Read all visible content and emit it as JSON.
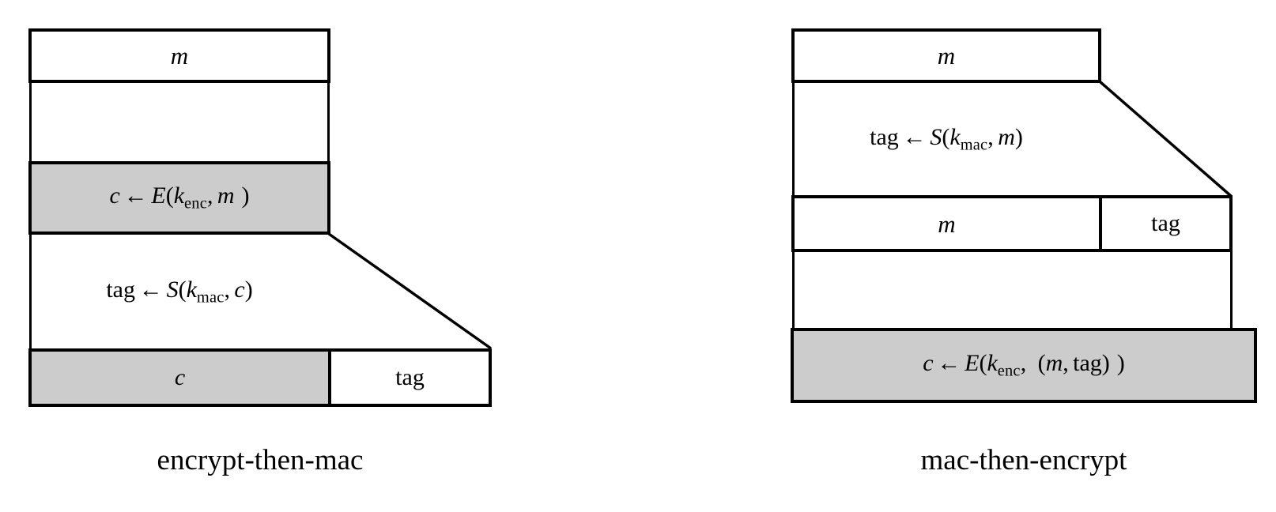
{
  "figure": {
    "title_left": "encrypt-then-mac",
    "title_right": "mac-then-encrypt",
    "shade_color": "#cccccc",
    "line_color": "#000000",
    "background_color": "#ffffff"
  },
  "encrypt_then_mac": {
    "caption": "encrypt-then-mac",
    "step1": {
      "name": "message",
      "label_plain": "m",
      "var": "m"
    },
    "step2": {
      "name": "encrypt",
      "label_plain": "c ← E(k_enc, m )",
      "out": "c",
      "arrow": "←",
      "fn": "E",
      "key_base": "k",
      "key_sub": "enc",
      "comma": ",",
      "arg": "m",
      "open": "(",
      "close": ")"
    },
    "step3": {
      "name": "mac",
      "label_plain": "tag ← S(k_mac, c)",
      "out": "tag",
      "arrow": "←",
      "fn": "S",
      "key_base": "k",
      "key_sub": "mac",
      "comma": ",",
      "arg": "c",
      "open": "(",
      "close": ")"
    },
    "step4": {
      "name": "output",
      "left_cell": "c",
      "right_cell": "tag"
    }
  },
  "mac_then_encrypt": {
    "caption": "mac-then-encrypt",
    "step1": {
      "name": "message",
      "label_plain": "m",
      "var": "m"
    },
    "step2": {
      "name": "mac",
      "label_plain": "tag ← S(k_mac, m)",
      "out": "tag",
      "arrow": "←",
      "fn": "S",
      "key_base": "k",
      "key_sub": "mac",
      "comma": ",",
      "arg": "m",
      "open": "(",
      "close": ")"
    },
    "step3": {
      "name": "concat",
      "left_cell": "m",
      "right_cell": "tag"
    },
    "step4": {
      "name": "encrypt",
      "label_plain": "c ← E(k_enc,  (m, tag) )",
      "out": "c",
      "arrow": "←",
      "fn": "E",
      "key_base": "k",
      "key_sub": "enc",
      "comma": ",",
      "inner_open": "(",
      "inner_arg1": "m",
      "inner_comma": ",",
      "inner_arg2": "tag",
      "inner_close": ")",
      "open": "(",
      "close": ")"
    }
  }
}
